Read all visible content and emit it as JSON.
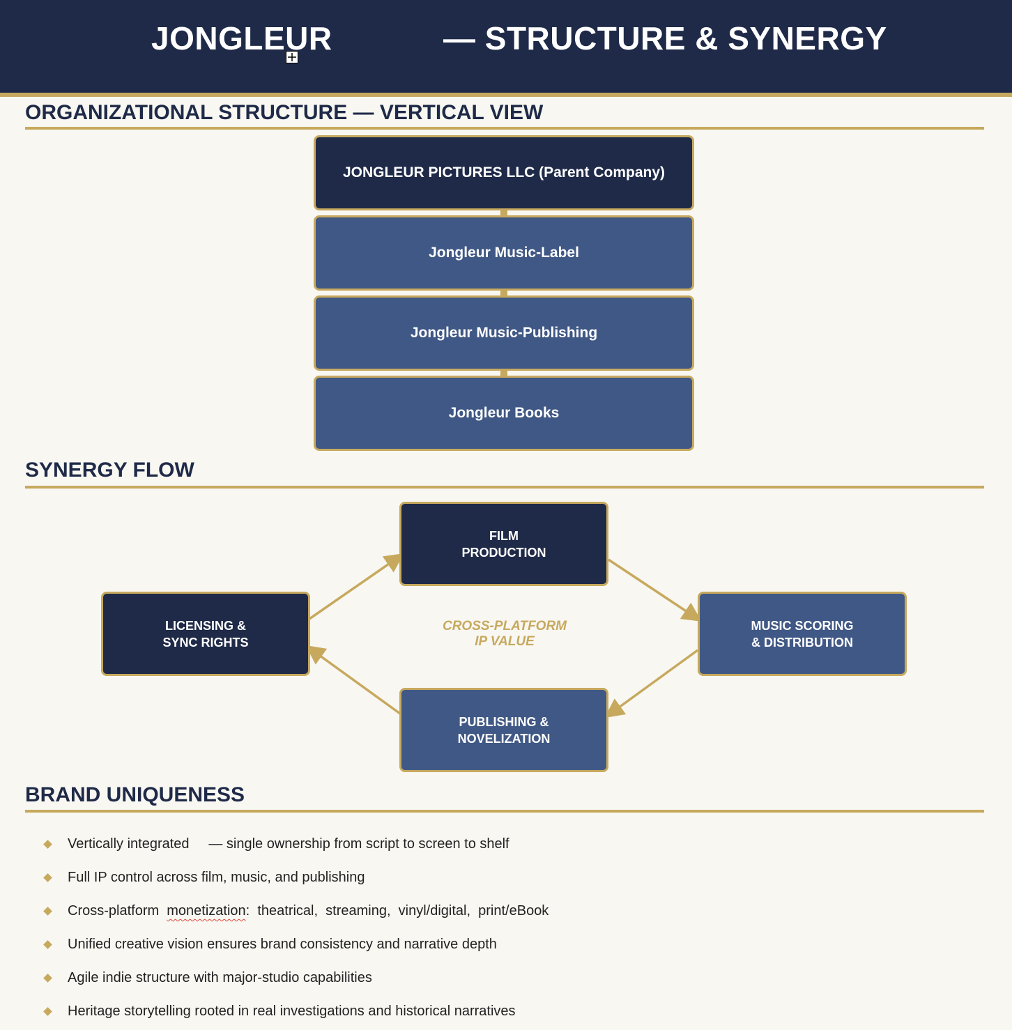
{
  "header": {
    "title_left": "JONGLEUR",
    "title_right": "— STRUCTURE & SYNERGY"
  },
  "org": {
    "heading": "ORGANIZATIONAL STRUCTURE  — VERTICAL VIEW",
    "boxes": [
      "JONGLEUR PICTURES LLC  (Parent Company)",
      "Jongleur Music-Label",
      "Jongleur Music-Publishing",
      "Jongleur Books"
    ]
  },
  "synergy": {
    "heading": "SYNERGY FLOW",
    "center_label": "CROSS-PLATFORM\nIP VALUE",
    "nodes": {
      "film": "FILM\nPRODUCTION",
      "music": "MUSIC SCORING\n& DISTRIBUTION",
      "publishing": "PUBLISHING &\nNOVELIZATION",
      "licensing": "LICENSING  &\nSYNC RIGHTS"
    }
  },
  "brand": {
    "heading": "BRAND UNIQUENESS",
    "items": [
      "Vertically integrated     — single ownership from script to screen to shelf",
      "Full IP control across film, music, and publishing",
      "Cross-platform",
      "Unified creative vision ensures brand consistency and narrative depth",
      "Agile indie structure with major-studio capabilities",
      "Heritage storytelling rooted in real investigations and historical narratives"
    ],
    "item3_flagged_word": "monetization",
    "item3_rest": ":  theatrical,  streaming,  vinyl/digital,  print/eBook"
  },
  "colors": {
    "navy": "#1f2a48",
    "slate_blue": "#405885",
    "gold": "#c7a95e",
    "background": "#f8f7f2",
    "spellcheck_red": "#e0453a"
  },
  "icons": {
    "move_handle": "table-move-handle-icon",
    "bullet": "diamond-bullet-icon"
  }
}
